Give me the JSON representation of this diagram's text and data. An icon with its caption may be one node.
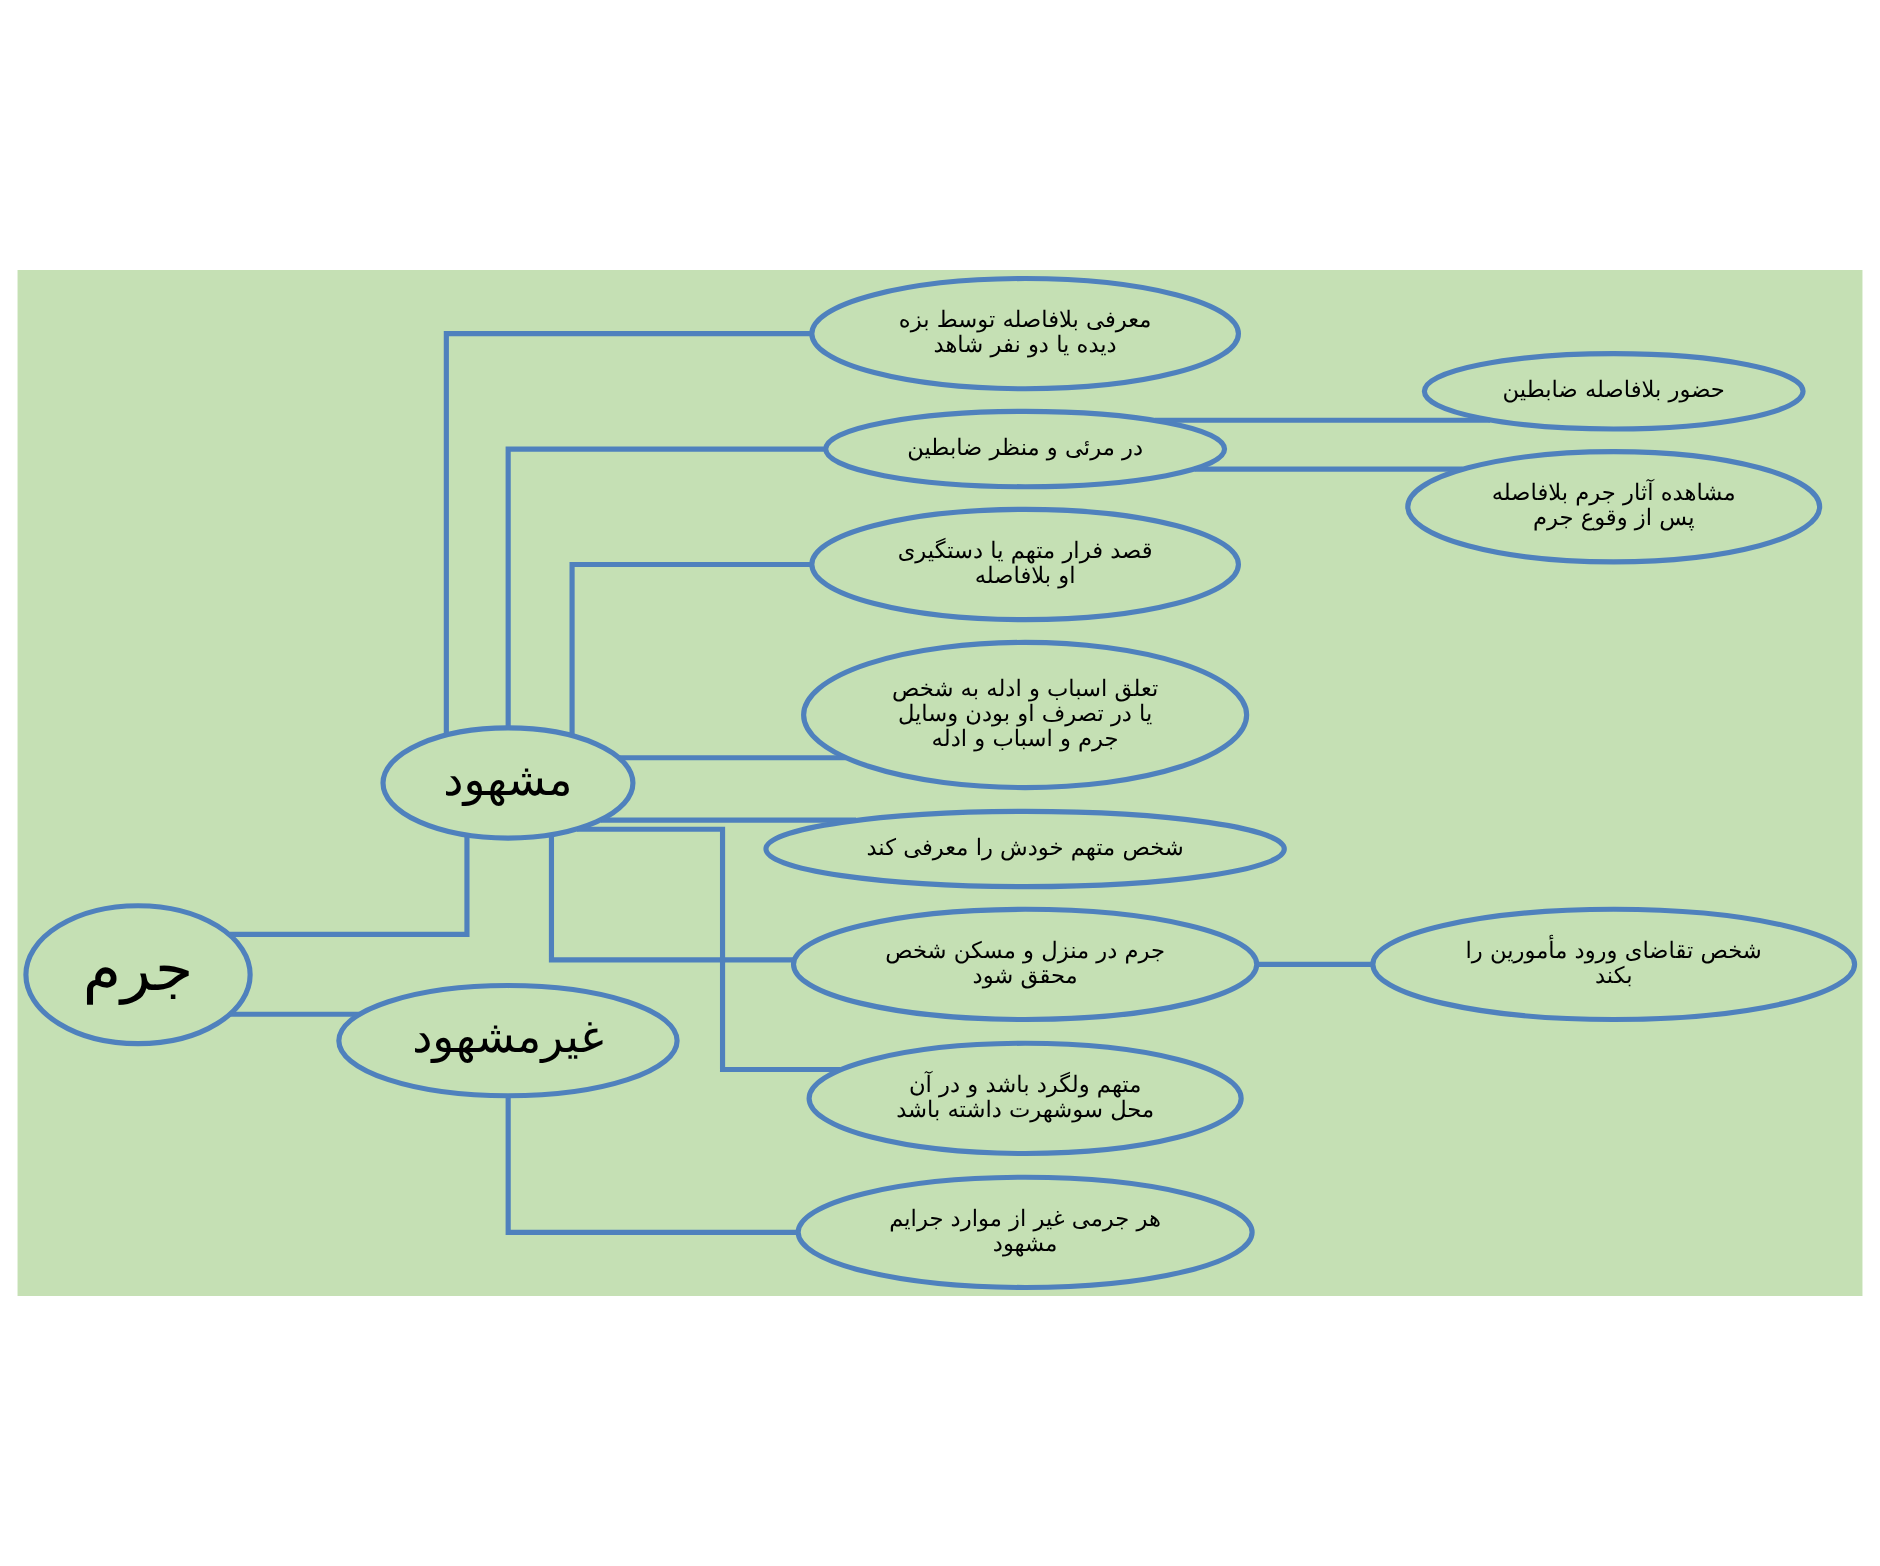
{
  "diagram": {
    "nodes": [
      {
        "text": [
          "جرم"
        ]
      },
      {
        "text": [
          "مشهود"
        ]
      },
      {
        "text": [
          "غیرمشهود"
        ]
      },
      {
        "text": [
          "معرفی بلافاصله توسط بزه دیده یا دو نفر شاهد"
        ]
      },
      {
        "text": [
          "در مرئی و منظر ضابطین"
        ]
      },
      {
        "text": [
          "حضور بلافاصله ضابطین"
        ]
      },
      {
        "text": [
          "مشاهده آثار جرم بلافاصله پس از وقوع جرم"
        ]
      },
      {
        "text": [
          "قصد فرار متهم یا دستگیری او بلافاصله"
        ]
      },
      {
        "text": [
          "تعلق اسباب و ادله به شخص یا در تصرف او بودن وسایل جرم و اسباب و ادله"
        ]
      },
      {
        "text": [
          "شخص متهم خودش را معرفی کند"
        ]
      },
      {
        "text": [
          "جرم در منزل و مسکن شخص محقق شود"
        ]
      },
      {
        "text": [
          "شخص تقاضای ورود مأمورین را بکند"
        ]
      },
      {
        "text": [
          "متهم ولگرد باشد و در آن محل سوشهرت داشته باشد"
        ]
      },
      {
        "text": [
          "هر جرمی غیر از موارد جرایم مشهود"
        ]
      }
    ],
    "edges": [
      {
        "from": 0,
        "to": 1,
        "arrow": "none"
      },
      {
        "from": 0,
        "to": 2,
        "arrow": "none"
      },
      {
        "from": 2,
        "to": 13,
        "arrow": "none"
      },
      {
        "from": 1,
        "to": 3,
        "arrow": "none"
      },
      {
        "from": 1,
        "to": 4,
        "arrow": "none"
      },
      {
        "from": 4,
        "to": 5,
        "arrow": "none"
      },
      {
        "from": 4,
        "to": 6,
        "arrow": "none"
      },
      {
        "from": 1,
        "to": 7,
        "arrow": "none"
      },
      {
        "from": 1,
        "to": 8,
        "arrow": "none"
      },
      {
        "from": 1,
        "to": 9,
        "arrow": "none"
      },
      {
        "from": 1,
        "to": 10,
        "arrow": "none"
      },
      {
        "from": 10,
        "to": 11,
        "arrow": "none"
      },
      {
        "from": 1,
        "to": 12,
        "arrow": "none"
      }
    ]
  }
}
